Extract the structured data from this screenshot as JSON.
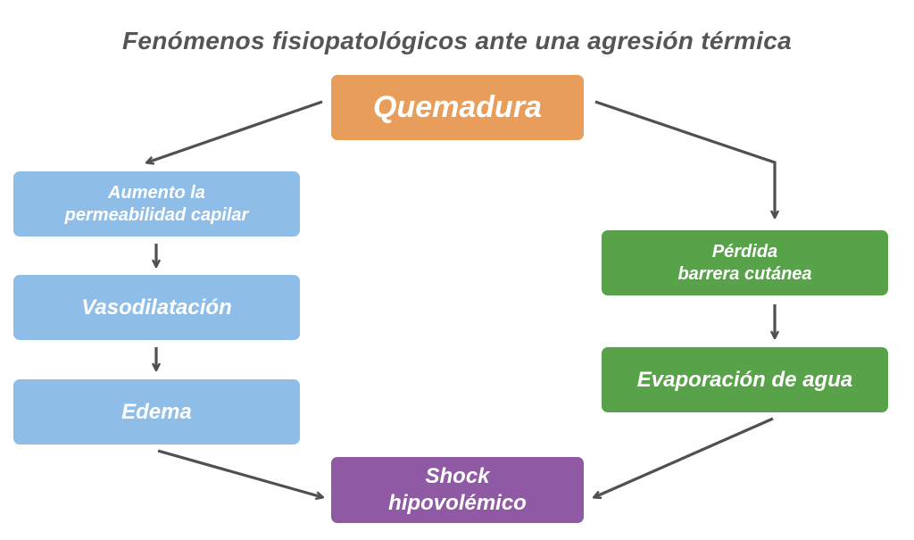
{
  "title": "Fenómenos fisiopatológicos ante una agresión térmica",
  "nodes": {
    "quemadura": "Quemadura",
    "permeabilidad": "Aumento la\npermeabilidad capilar",
    "vasodilatacion": "Vasodilatación",
    "edema": "Edema",
    "perdida": "Pérdida\nbarrera cutánea",
    "evaporacion": "Evaporación de agua",
    "shock": "Shock\nhipovolémico"
  },
  "colors": {
    "orange": "#e89d5a",
    "blue": "#8ebee8",
    "green": "#58a24a",
    "purple": "#8f5aa3",
    "arrow": "#505050",
    "title": "#555555"
  }
}
